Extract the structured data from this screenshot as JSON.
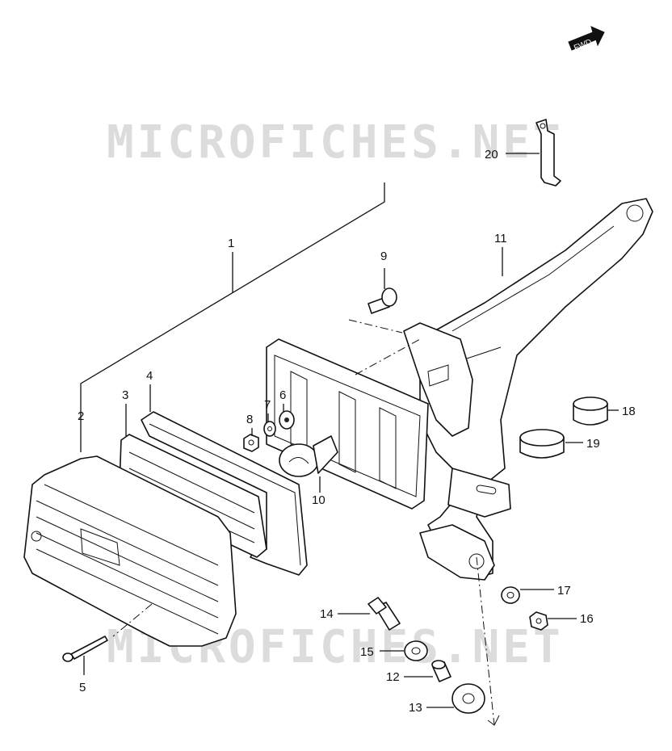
{
  "watermarks": [
    {
      "id": "wm-top",
      "text": "MICROFICHES.NET"
    },
    {
      "id": "wm-bottom",
      "text": "MICROFICHES.NET"
    }
  ],
  "fwd_arrow": {
    "label": "FWD"
  },
  "callouts": [
    {
      "id": "1",
      "label": "1"
    },
    {
      "id": "2",
      "label": "2"
    },
    {
      "id": "3",
      "label": "3"
    },
    {
      "id": "4",
      "label": "4"
    },
    {
      "id": "5",
      "label": "5"
    },
    {
      "id": "6",
      "label": "6"
    },
    {
      "id": "7",
      "label": "7"
    },
    {
      "id": "8",
      "label": "8"
    },
    {
      "id": "9",
      "label": "9"
    },
    {
      "id": "10",
      "label": "10"
    },
    {
      "id": "11",
      "label": "11"
    },
    {
      "id": "12",
      "label": "12"
    },
    {
      "id": "13",
      "label": "13"
    },
    {
      "id": "14",
      "label": "14"
    },
    {
      "id": "15",
      "label": "15"
    },
    {
      "id": "16",
      "label": "16"
    },
    {
      "id": "17",
      "label": "17"
    },
    {
      "id": "18",
      "label": "18"
    },
    {
      "id": "19",
      "label": "19"
    },
    {
      "id": "20",
      "label": "20"
    }
  ]
}
